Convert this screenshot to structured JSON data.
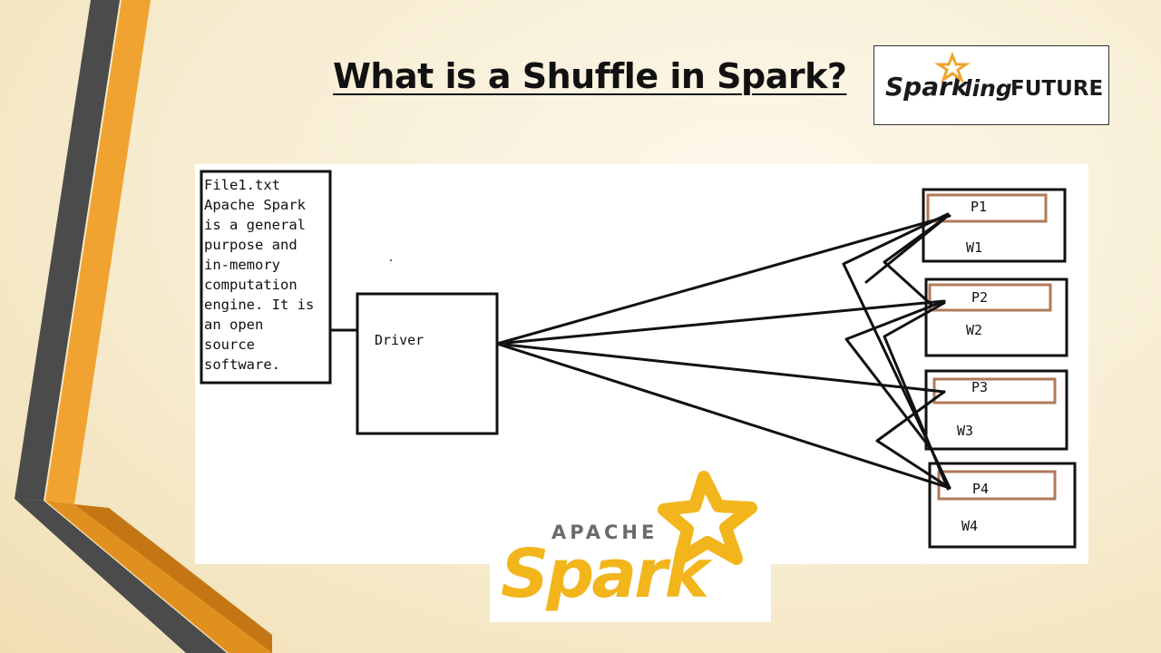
{
  "slide": {
    "title": "What is a Shuffle in Spark?"
  },
  "brand_logo": {
    "text_spark": "Spark",
    "text_ling": "ling",
    "text_future": "FUTURE",
    "colors": {
      "spark": "#1a1a1a",
      "star": "#f0a330"
    }
  },
  "diagram": {
    "file_box_lines": [
      "File1.txt",
      "Apache Spark",
      "is a general",
      "purpose and",
      "in-memory",
      "computation",
      "engine. It is",
      "an open",
      "source",
      "software."
    ],
    "driver_label": "Driver",
    "workers": [
      {
        "partition": "P1",
        "worker": "W1"
      },
      {
        "partition": "P2",
        "worker": "W2"
      },
      {
        "partition": "P3",
        "worker": "W3"
      },
      {
        "partition": "P4",
        "worker": "W4"
      }
    ],
    "partition_border_color": "#b07a5a"
  },
  "apache_spark_logo": {
    "apache": "APACHE",
    "spark": "Spark",
    "colors": {
      "apache": "#6b6b6b",
      "spark": "#f2b51b"
    }
  },
  "theme": {
    "accent_orange": "#f0a330",
    "accent_dark": "#4a4a4a"
  }
}
